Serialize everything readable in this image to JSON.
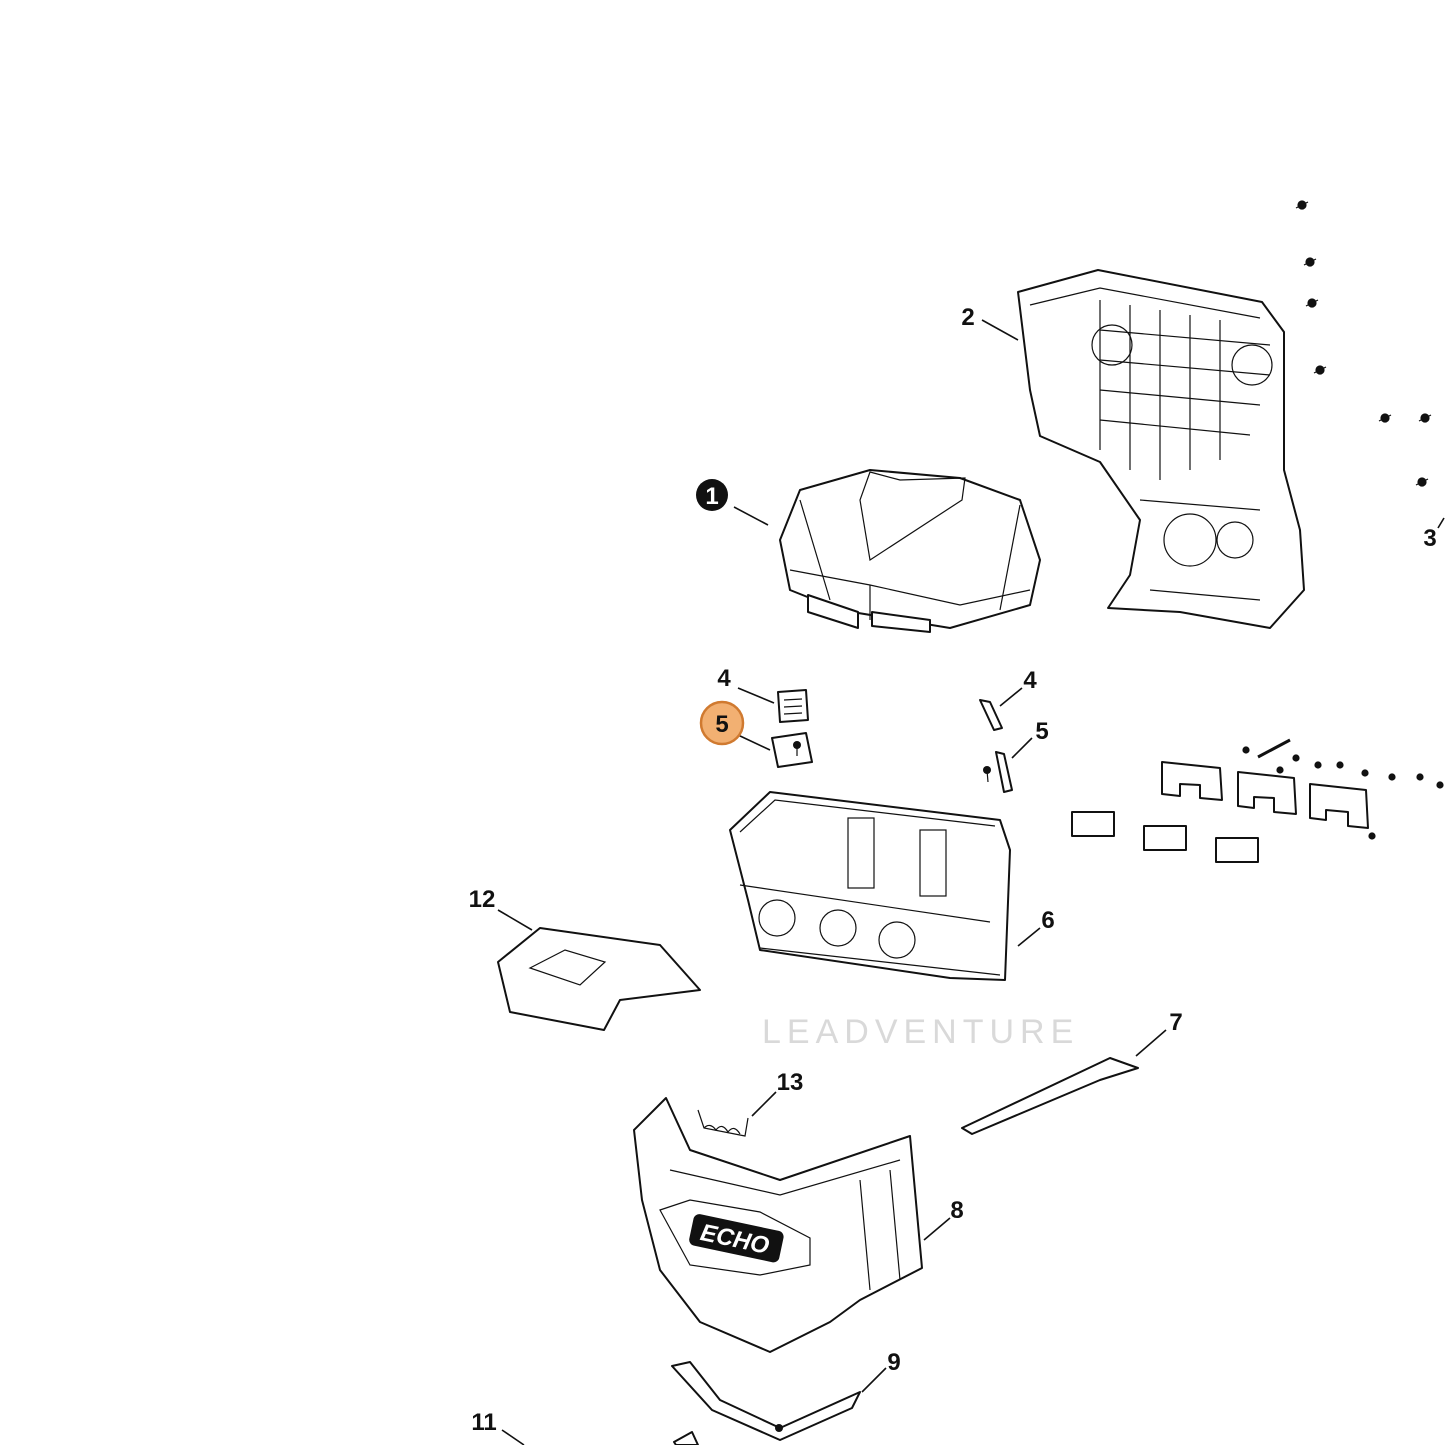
{
  "watermark": "LEADVENTURE",
  "logo_text": "ECHO",
  "accent_color": "#f2b072",
  "accent_stroke": "#d07a30",
  "highlighted_callout": "5",
  "callouts": [
    "1",
    "2",
    "3",
    "4",
    "4",
    "5",
    "5",
    "6",
    "7",
    "8",
    "9",
    "11",
    "12",
    "13"
  ]
}
